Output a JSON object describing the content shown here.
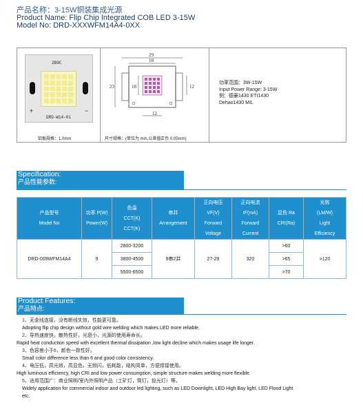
{
  "header": {
    "cn_name": "产品名称：3-15W铜装集成光源",
    "product_name": "Product Name: Flip Chip Integrated COB LED 3-15W",
    "model_no": "Model No:  DRD-XXXWFM14A4-0XX"
  },
  "images": {
    "led_label": "2B9C",
    "led_model": "DRD-W14-01",
    "plus_sign": "+",
    "minus_sign": "−",
    "caption_left": "铝板规格：1.0mm",
    "caption_right": "尺寸规格：(单位为 mm,公差值正负 0.05mm)",
    "dims": {
      "d29": "29",
      "d18": "18",
      "d23": "23",
      "d18v": "18",
      "d12v": "12",
      "d12h": "12"
    },
    "power_cn": "功率范围：3W-15W",
    "power_en": "Input Power Range: 3-15W",
    "ref_cn": "例：德豪1430 ETI1430",
    "ref_en": "Dehao1430 MIL"
  },
  "specification": {
    "en": "Specification:",
    "cn": "产品性能参数:"
  },
  "table": {
    "headers": [
      [
        "产品型号",
        "Model No"
      ],
      [
        "功率 P(W)",
        "Power(W)"
      ],
      [
        "色温",
        "CCT(K)",
        "CCT(K)"
      ],
      [
        "串并",
        "Arrangement"
      ],
      [
        "正向电压",
        "VF(V)",
        "Forward",
        "Voltage"
      ],
      [
        "正向电流",
        "IF(mA)",
        "Forward",
        "Current"
      ],
      [
        "显色 Ra",
        "CRI(Ra)"
      ],
      [
        "光效",
        "(LM/W)",
        "Light",
        "Efficiency"
      ]
    ],
    "model": "DRD-009WFM14A4",
    "power": "9",
    "cct": [
      "2800-3200",
      "3800-4500",
      "5500-6500"
    ],
    "arrangement": "9串2并",
    "vf": "27-29",
    "if": "320",
    "cri": [
      ">60",
      ">65",
      ">70"
    ],
    "efficiency": ">120"
  },
  "features": {
    "en": "Product Features:",
    "cn": "产品特点:",
    "items": [
      {
        "cn": "1、无金线连接，没有断线失效，性能更可靠。",
        "en": "Adopting flip chip design without gold wire welding which makes LED more reliable."
      },
      {
        "cn": "2、导热速度快，散热性好，光衰小，光源的使用寿命长。",
        "en": "Rapid heat conduction speed with excellent thermal dissipation ,low light decline which makes usage life longer."
      },
      {
        "cn": "3、色容差小于6，颜色一致性好。",
        "en": "Small color difference less than 6 and good color consistency."
      },
      {
        "cn": "4、电压低，高光效，高显色，无频闪，低耗能，结构简单，方便焊接使用。",
        "en": "High luminous efficiency, high CRI and low power consumption, simple structure makes welding more flexible."
      },
      {
        "cn": "5、适用范围广：商业照明/室内外照明产品（工矿灯，筒灯，投光灯）等。",
        "en": "Widely application for commercial indoor and outdoor led lighting, such as LED  Downlight, LED High Bay light, LED Flood Light",
        "en2": "etc."
      }
    ]
  },
  "colors": {
    "accent": "#1f8fcd",
    "title": "#1f3f66",
    "marker": "#c03028"
  }
}
